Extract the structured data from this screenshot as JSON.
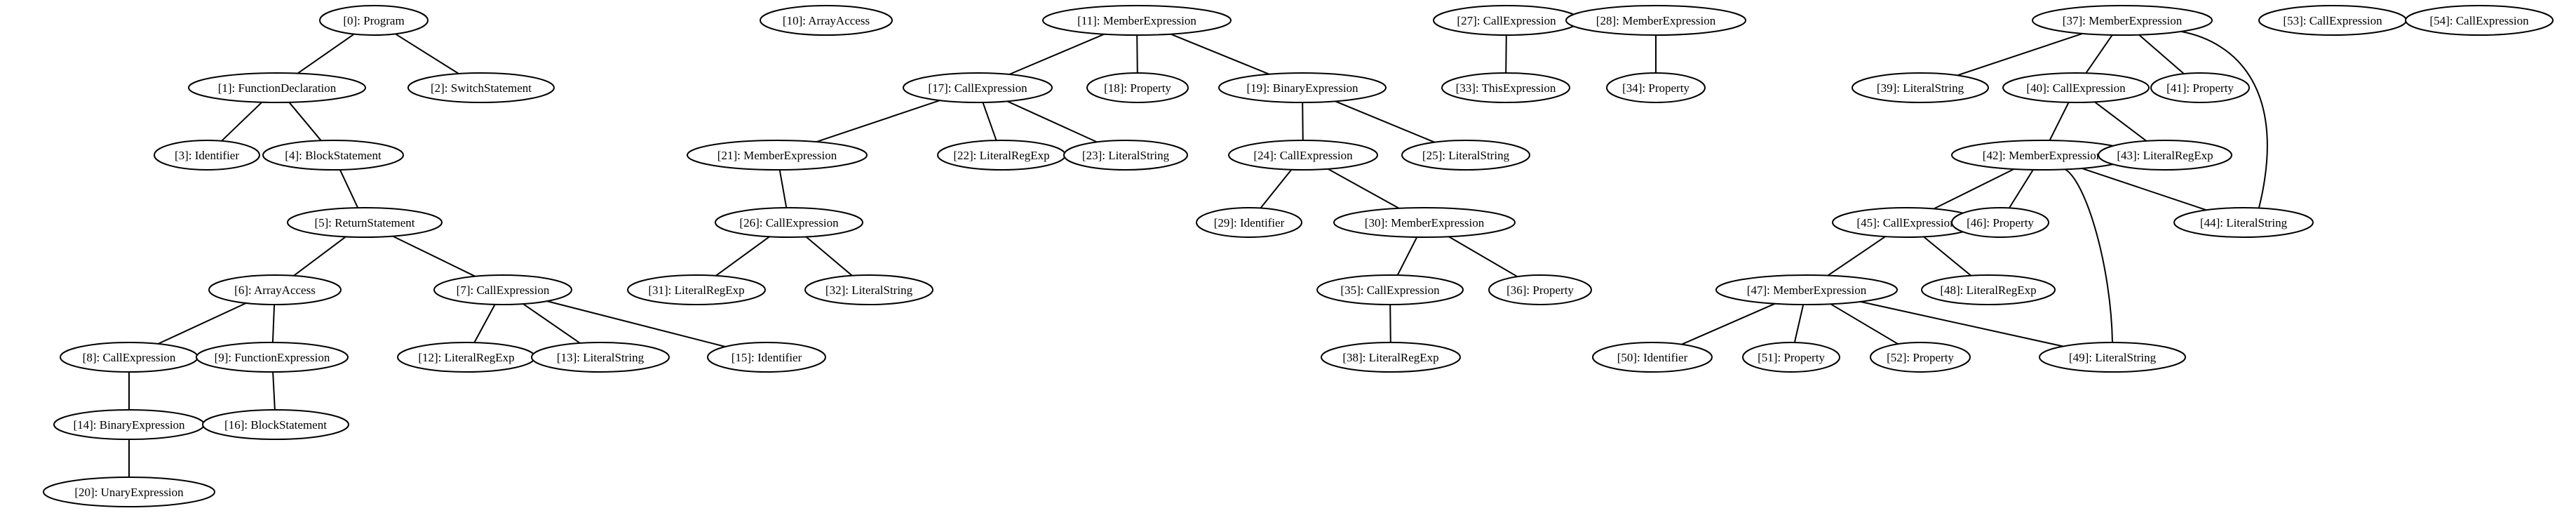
{
  "nodes": [
    {
      "id": 0,
      "label": "[0]: Program"
    },
    {
      "id": 1,
      "label": "[1]: FunctionDeclaration"
    },
    {
      "id": 2,
      "label": "[2]: SwitchStatement"
    },
    {
      "id": 3,
      "label": "[3]: Identifier"
    },
    {
      "id": 4,
      "label": "[4]: BlockStatement"
    },
    {
      "id": 5,
      "label": "[5]: ReturnStatement"
    },
    {
      "id": 6,
      "label": "[6]: ArrayAccess"
    },
    {
      "id": 7,
      "label": "[7]: CallExpression"
    },
    {
      "id": 8,
      "label": "[8]: CallExpression"
    },
    {
      "id": 9,
      "label": "[9]: FunctionExpression"
    },
    {
      "id": 10,
      "label": "[10]: ArrayAccess"
    },
    {
      "id": 11,
      "label": "[11]: MemberExpression"
    },
    {
      "id": 12,
      "label": "[12]: LiteralRegExp"
    },
    {
      "id": 13,
      "label": "[13]: LiteralString"
    },
    {
      "id": 14,
      "label": "[14]: BinaryExpression"
    },
    {
      "id": 15,
      "label": "[15]: Identifier"
    },
    {
      "id": 16,
      "label": "[16]: BlockStatement"
    },
    {
      "id": 17,
      "label": "[17]: CallExpression"
    },
    {
      "id": 18,
      "label": "[18]: Property"
    },
    {
      "id": 19,
      "label": "[19]: BinaryExpression"
    },
    {
      "id": 20,
      "label": "[20]: UnaryExpression"
    },
    {
      "id": 21,
      "label": "[21]: MemberExpression"
    },
    {
      "id": 22,
      "label": "[22]: LiteralRegExp"
    },
    {
      "id": 23,
      "label": "[23]: LiteralString"
    },
    {
      "id": 24,
      "label": "[24]: CallExpression"
    },
    {
      "id": 25,
      "label": "[25]: LiteralString"
    },
    {
      "id": 26,
      "label": "[26]: CallExpression"
    },
    {
      "id": 27,
      "label": "[27]: CallExpression"
    },
    {
      "id": 28,
      "label": "[28]: MemberExpression"
    },
    {
      "id": 29,
      "label": "[29]: Identifier"
    },
    {
      "id": 30,
      "label": "[30]: MemberExpression"
    },
    {
      "id": 31,
      "label": "[31]: LiteralRegExp"
    },
    {
      "id": 32,
      "label": "[32]: LiteralString"
    },
    {
      "id": 33,
      "label": "[33]: ThisExpression"
    },
    {
      "id": 34,
      "label": "[34]: Property"
    },
    {
      "id": 35,
      "label": "[35]: CallExpression"
    },
    {
      "id": 36,
      "label": "[36]: Property"
    },
    {
      "id": 37,
      "label": "[37]: MemberExpression"
    },
    {
      "id": 38,
      "label": "[38]: LiteralRegExp"
    },
    {
      "id": 39,
      "label": "[39]: LiteralString"
    },
    {
      "id": 40,
      "label": "[40]: CallExpression"
    },
    {
      "id": 41,
      "label": "[41]: Property"
    },
    {
      "id": 42,
      "label": "[42]: MemberExpression"
    },
    {
      "id": 43,
      "label": "[43]: LiteralRegExp"
    },
    {
      "id": 44,
      "label": "[44]: LiteralString"
    },
    {
      "id": 45,
      "label": "[45]: CallExpression"
    },
    {
      "id": 46,
      "label": "[46]: Property"
    },
    {
      "id": 47,
      "label": "[47]: MemberExpression"
    },
    {
      "id": 48,
      "label": "[48]: LiteralRegExp"
    },
    {
      "id": 49,
      "label": "[49]: LiteralString"
    },
    {
      "id": 50,
      "label": "[50]: Identifier"
    },
    {
      "id": 51,
      "label": "[51]: Property"
    },
    {
      "id": 52,
      "label": "[52]: Property"
    },
    {
      "id": 53,
      "label": "[53]: CallExpression"
    },
    {
      "id": 54,
      "label": "[54]: CallExpression"
    }
  ],
  "edges": [
    [
      0,
      1
    ],
    [
      0,
      2
    ],
    [
      1,
      3
    ],
    [
      1,
      4
    ],
    [
      4,
      5
    ],
    [
      5,
      6
    ],
    [
      5,
      7
    ],
    [
      6,
      8
    ],
    [
      6,
      9
    ],
    [
      8,
      14
    ],
    [
      14,
      20
    ],
    [
      9,
      16
    ],
    [
      7,
      12
    ],
    [
      7,
      13
    ],
    [
      7,
      15
    ],
    [
      11,
      17
    ],
    [
      11,
      18
    ],
    [
      11,
      19
    ],
    [
      17,
      21
    ],
    [
      17,
      22
    ],
    [
      17,
      23
    ],
    [
      21,
      26
    ],
    [
      26,
      31
    ],
    [
      26,
      32
    ],
    [
      19,
      24
    ],
    [
      19,
      25
    ],
    [
      24,
      29
    ],
    [
      24,
      30
    ],
    [
      30,
      35
    ],
    [
      30,
      36
    ],
    [
      35,
      38
    ],
    [
      27,
      33
    ],
    [
      28,
      34
    ],
    [
      37,
      39
    ],
    [
      37,
      40
    ],
    [
      37,
      41
    ],
    [
      37,
      44
    ],
    [
      40,
      42
    ],
    [
      40,
      43
    ],
    [
      42,
      45
    ],
    [
      42,
      46
    ],
    [
      42,
      44
    ],
    [
      42,
      49
    ],
    [
      45,
      47
    ],
    [
      45,
      48
    ],
    [
      47,
      50
    ],
    [
      47,
      51
    ],
    [
      47,
      52
    ],
    [
      47,
      49
    ]
  ]
}
